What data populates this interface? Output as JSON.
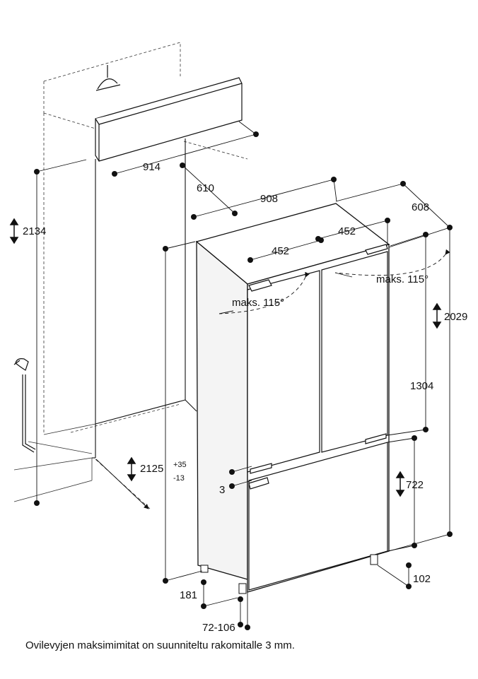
{
  "dimensions": {
    "d914": "914",
    "d610": "610",
    "d908": "908",
    "d608": "608",
    "d452_top": "452",
    "d452_door": "452",
    "d2134": "2134",
    "d2029": "2029",
    "d1304": "1304",
    "d722": "722",
    "d2125": "2125",
    "d2125_plus": "+35",
    "d2125_minus": "-13",
    "d3": "3",
    "d181": "181",
    "d72_106": "72-106",
    "d102": "102"
  },
  "angles": {
    "left_door": "maks. 115°",
    "right_door": "maks. 115°"
  },
  "caption": "Ovilevyjen maksimimitat on suunniteltu rakomitalle 3 mm."
}
